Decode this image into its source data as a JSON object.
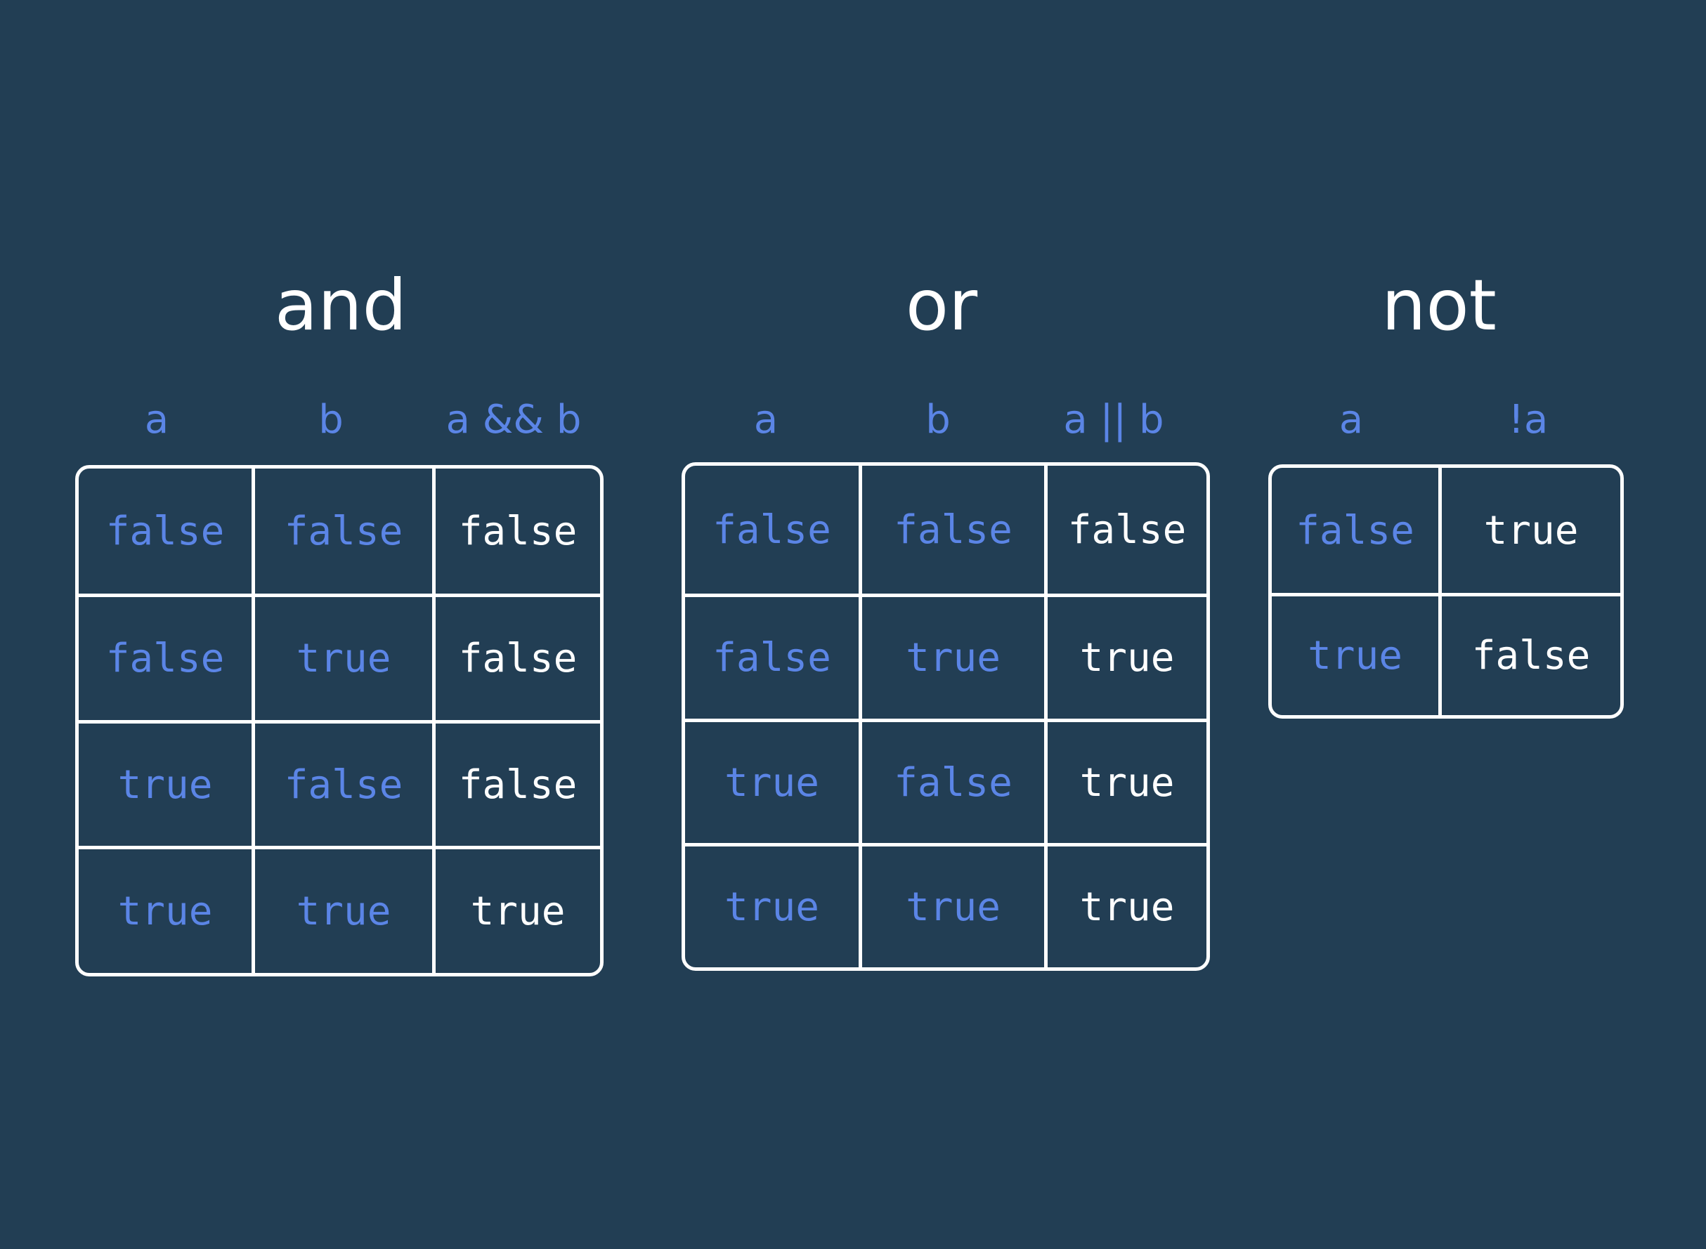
{
  "colors": {
    "background": "#223e54",
    "input_text": "#5b85e6",
    "output_text": "#ffffff",
    "border": "#ffffff"
  },
  "tables": [
    {
      "title": "and",
      "headers": [
        "a",
        "b",
        "a && b"
      ],
      "rows": [
        [
          "false",
          "false",
          "false"
        ],
        [
          "false",
          "true",
          "false"
        ],
        [
          "true",
          "false",
          "false"
        ],
        [
          "true",
          "true",
          "true"
        ]
      ]
    },
    {
      "title": "or",
      "headers": [
        "a",
        "b",
        "a || b"
      ],
      "rows": [
        [
          "false",
          "false",
          "false"
        ],
        [
          "false",
          "true",
          "true"
        ],
        [
          "true",
          "false",
          "true"
        ],
        [
          "true",
          "true",
          "true"
        ]
      ]
    },
    {
      "title": "not",
      "headers": [
        "a",
        "!a"
      ],
      "rows": [
        [
          "false",
          "true"
        ],
        [
          "true",
          "false"
        ]
      ]
    }
  ]
}
